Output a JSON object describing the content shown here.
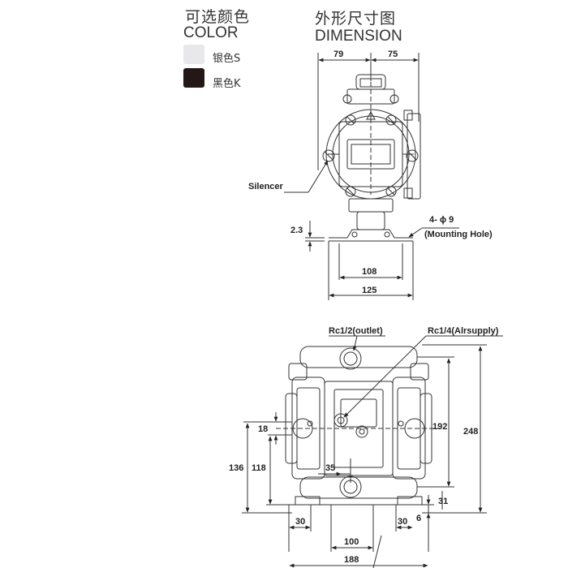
{
  "color_section": {
    "title_cn": "可选颜色",
    "title_en": "COLOR",
    "options": [
      {
        "label": "银色S",
        "color": "#e8e8ea"
      },
      {
        "label": "黑色K",
        "color": "#231816"
      }
    ]
  },
  "dimension_section": {
    "title_cn": "外形尺寸图",
    "title_en": "DIMENSION"
  },
  "side_view": {
    "dim_left_width": "79",
    "dim_right_width": "75",
    "dim_hole_spacing": "108",
    "dim_base_width": "125",
    "dim_base_height": "2.3",
    "silencer_label": "Silencer",
    "mounting_hole_count": "4- ϕ 9",
    "mounting_hole_label": "(Mounting Hole)"
  },
  "front_view": {
    "outlet_label": "Rc1/2(outlet)",
    "air_supply_label": "Rc1/4(Alrsupply)",
    "dim_192": "192",
    "dim_248": "248",
    "dim_31": "31",
    "dim_6": "6",
    "dim_18": "18",
    "dim_136": "136",
    "dim_118": "118",
    "dim_35": "35",
    "dim_30_left": "30",
    "dim_30_right": "30",
    "dim_100": "100",
    "dim_188": "188"
  }
}
